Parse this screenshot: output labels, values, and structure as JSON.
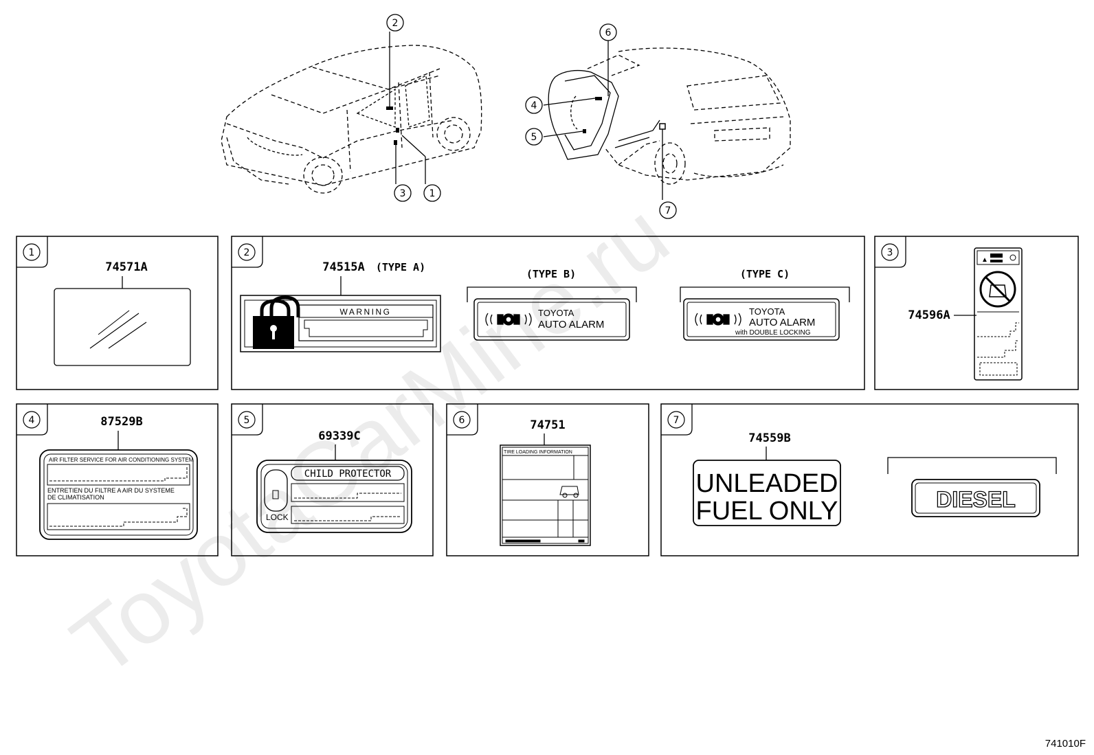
{
  "watermark": "ToyotaCarMine.ru",
  "diagram_id": "741010F",
  "callouts": [
    "1",
    "2",
    "3",
    "4",
    "5",
    "6",
    "7"
  ],
  "panels": {
    "p1": {
      "num": "1",
      "part": "74571A"
    },
    "p2": {
      "num": "2",
      "part": "74515A",
      "type_a": "(TYPE A)",
      "type_b": "(TYPE B)",
      "type_c": "(TYPE C)",
      "warning": "WARNING",
      "brand": "TOYOTA",
      "alarm": "AUTO ALARM",
      "double_lock": "with DOUBLE LOCKING"
    },
    "p3": {
      "num": "3",
      "part": "74596A"
    },
    "p4": {
      "num": "4",
      "part": "87529B",
      "line1": "AIR FILTER SERVICE FOR AIR CONDITIONING SYSTEM",
      "line2": "ENTRETIEN DU FILTRE A AIR DU SYSTEME",
      "line3": "DE CLIMATISATION"
    },
    "p5": {
      "num": "5",
      "part": "69339C",
      "title": "CHILD PROTECTOR",
      "lock": "LOCK"
    },
    "p6": {
      "num": "6",
      "part": "74751",
      "title": "TIRE LOADING INFORMATION"
    },
    "p7": {
      "num": "7",
      "part": "74559B",
      "unleaded1": "UNLEADED",
      "unleaded2": "FUEL ONLY",
      "diesel": "DIESEL"
    }
  }
}
